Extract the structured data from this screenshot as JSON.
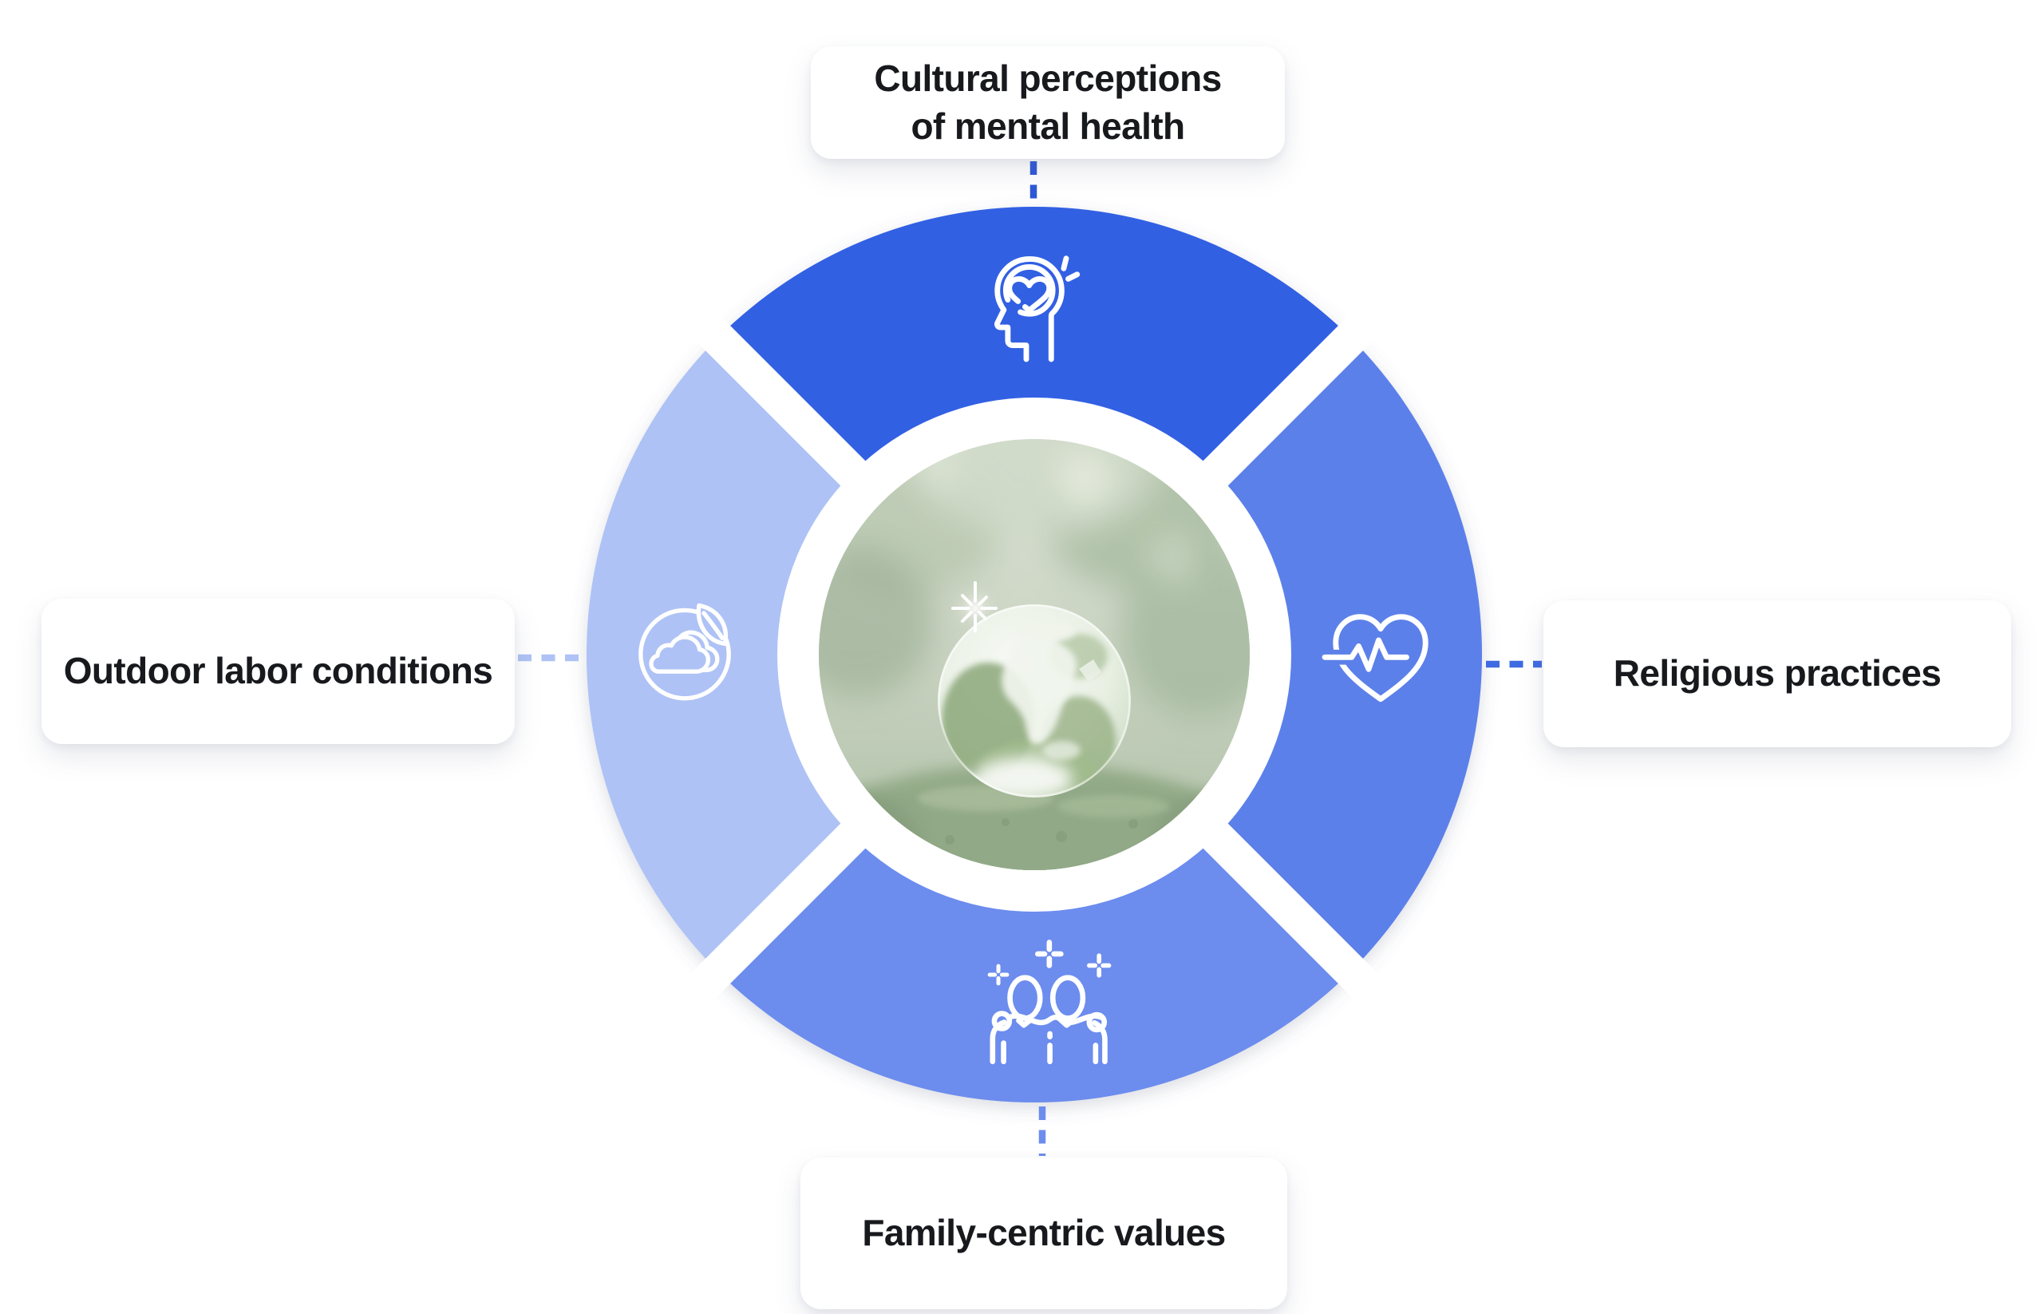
{
  "diagram": {
    "background": "#ffffff",
    "card_bg": "#ffffff",
    "text_color": "#17191d",
    "center": {
      "image_alt": "Glass globe resting on green moss with blurred forest background",
      "ring_color": "#ffffff"
    },
    "segments": {
      "top": {
        "label": "Cultural perceptions\nof mental health",
        "color": "#3161E3",
        "dash_color": "#2C57D6",
        "icon": "head-heart-icon"
      },
      "right": {
        "label": "Religious practices",
        "color": "#5C80EA",
        "dash_color": "#3E6AE2",
        "icon": "heart-pulse-icon"
      },
      "bottom": {
        "label": "Family-centric values",
        "color": "#6C8CEE",
        "dash_color": "#6C8CEE",
        "icon": "family-icon"
      },
      "left": {
        "label": "Outdoor labor conditions",
        "color": "#AEC2F5",
        "dash_color": "#AEC2F5",
        "icon": "cloud-leaf-icon"
      }
    }
  }
}
